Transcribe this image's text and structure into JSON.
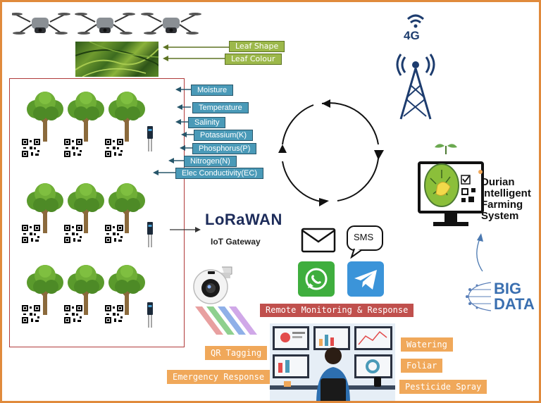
{
  "leaf_labels": [
    "Leaf  Shape",
    "Leaf  Colour"
  ],
  "sensor_labels": [
    "Moisture",
    "Temperature",
    "Salinity",
    "Potassium(K)",
    "Phosphorus(P)",
    "Nitrogen(N)",
    "Elec Conductivity(EC)"
  ],
  "lorawan": {
    "logo": "LoRaWAN",
    "caption": "IoT Gateway"
  },
  "tower": {
    "label": "4G"
  },
  "sms_label": "SMS",
  "remote_label": "Remote Monitoring & Response",
  "left_actions": [
    "QR Tagging",
    "Emergency Response"
  ],
  "right_actions": [
    "Watering",
    "Foliar",
    "Pesticide Spray"
  ],
  "system": {
    "name_lines": [
      "Durian",
      "Intelligent",
      "Farming",
      "System"
    ]
  },
  "big_data": [
    "BIG",
    "DATA"
  ],
  "colors": {
    "border": "#e08a3c",
    "farm_border": "#b03a3a",
    "sensor_label": "#4a9ab8",
    "leaf_label": "#9cb84a",
    "action_label": "#f0a85a",
    "remote_label": "#c0504d"
  }
}
